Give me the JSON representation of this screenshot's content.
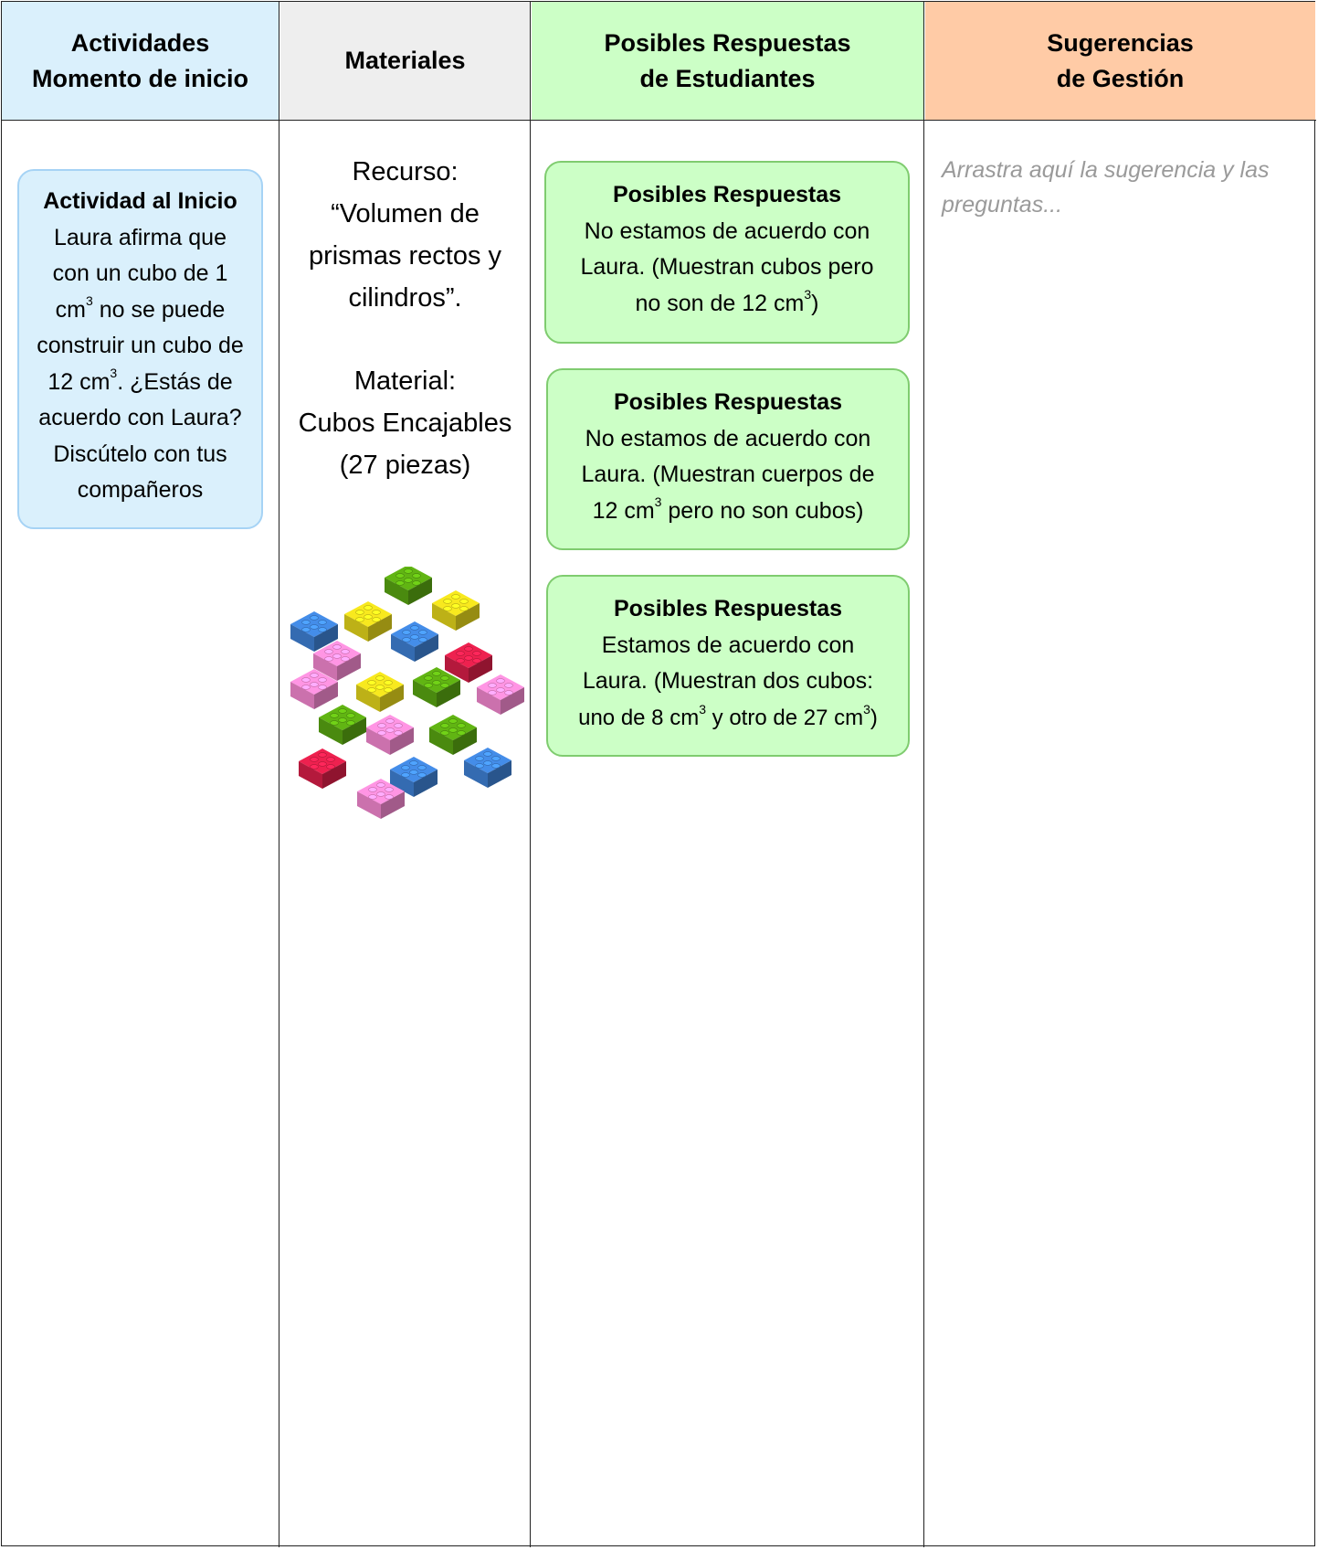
{
  "headers": {
    "col1": [
      "Actividades",
      "Momento de inicio"
    ],
    "col2": "Materiales",
    "col3": [
      "Posibles Respuestas",
      "de Estudiantes"
    ],
    "col4": [
      "Sugerencias",
      "de Gestión"
    ]
  },
  "activity_card": {
    "title": "Actividad al Inicio",
    "lines": [
      "Laura afirma que",
      "con un cubo de 1",
      "no se puede",
      "construir un cubo de",
      ". ¿Estás de",
      "acuerdo con Laura?",
      "Discútelo con tus",
      "compañeros"
    ],
    "unit_a": "cm",
    "unit_b": "12 cm",
    "exp": "3"
  },
  "materials": {
    "resource_label": "Recurso:",
    "resource_lines": [
      "“Volumen de",
      "prismas rectos y",
      "cilindros”."
    ],
    "material_label": "Material:",
    "material_lines": [
      "Cubos Encajables",
      "(27  piezas)"
    ],
    "image_icon": "lego-bricks-icon",
    "brick_colors": {
      "blue": "#3f83d8",
      "yellow": "#e6d81c",
      "pink": "#f78ad3",
      "red": "#dc1f49",
      "green": "#5aa812"
    }
  },
  "responses": [
    {
      "title": "Posibles Respuestas",
      "line1": "No estamos de acuerdo con",
      "line2": "Laura. (Muestran cubos pero",
      "line3a": "no son de 12 cm",
      "line3b": ")"
    },
    {
      "title": "Posibles Respuestas",
      "line1": "No estamos de acuerdo con",
      "line2": "Laura. (Muestran cuerpos de",
      "line3a": "12 cm",
      "line3b": " pero no son cubos)"
    },
    {
      "title": "Posibles Respuestas",
      "line1": "Estamos de acuerdo con",
      "line2": "Laura. (Muestran dos cubos:",
      "line3a": "uno de 8 cm",
      "line3b": " y otro de 27 cm",
      "line3c": ")"
    }
  ],
  "suggestions": {
    "placeholder": "Arrastra aquí la sugerencia y las preguntas..."
  },
  "colors": {
    "header_blue": "#daf0fc",
    "header_gray": "#eeeeee",
    "header_green": "#ccffc6",
    "header_orange": "#ffcba6",
    "card_green_border": "#7fcc6f",
    "card_blue_border": "#a6d3f5"
  }
}
